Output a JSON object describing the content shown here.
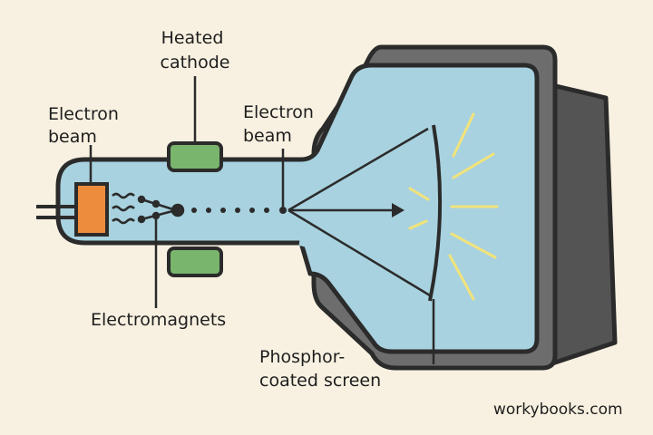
{
  "labels": {
    "heated_cathode": [
      "Heated",
      "cathode"
    ],
    "electron_beam_left": [
      "Electron",
      "beam"
    ],
    "electron_beam_center": [
      "Electron",
      "beam"
    ],
    "electromagnets": "Electromagnets",
    "phosphor_screen": [
      "Phosphor-",
      "coated screen"
    ]
  },
  "watermark": "workybooks.com",
  "colors": {
    "background": "#f8f1e1",
    "glass": "#a8d2df",
    "housing_light": "#6d6d6d",
    "housing_dark": "#545454",
    "outline": "#2b2b2b",
    "cathode_element": "#ee8c3e",
    "magnet": "#79b56c",
    "glow_rays": "#f2e37a"
  },
  "icons": [
    "heater-wire-icon",
    "deflection-plate-icon",
    "arrow-icon"
  ]
}
